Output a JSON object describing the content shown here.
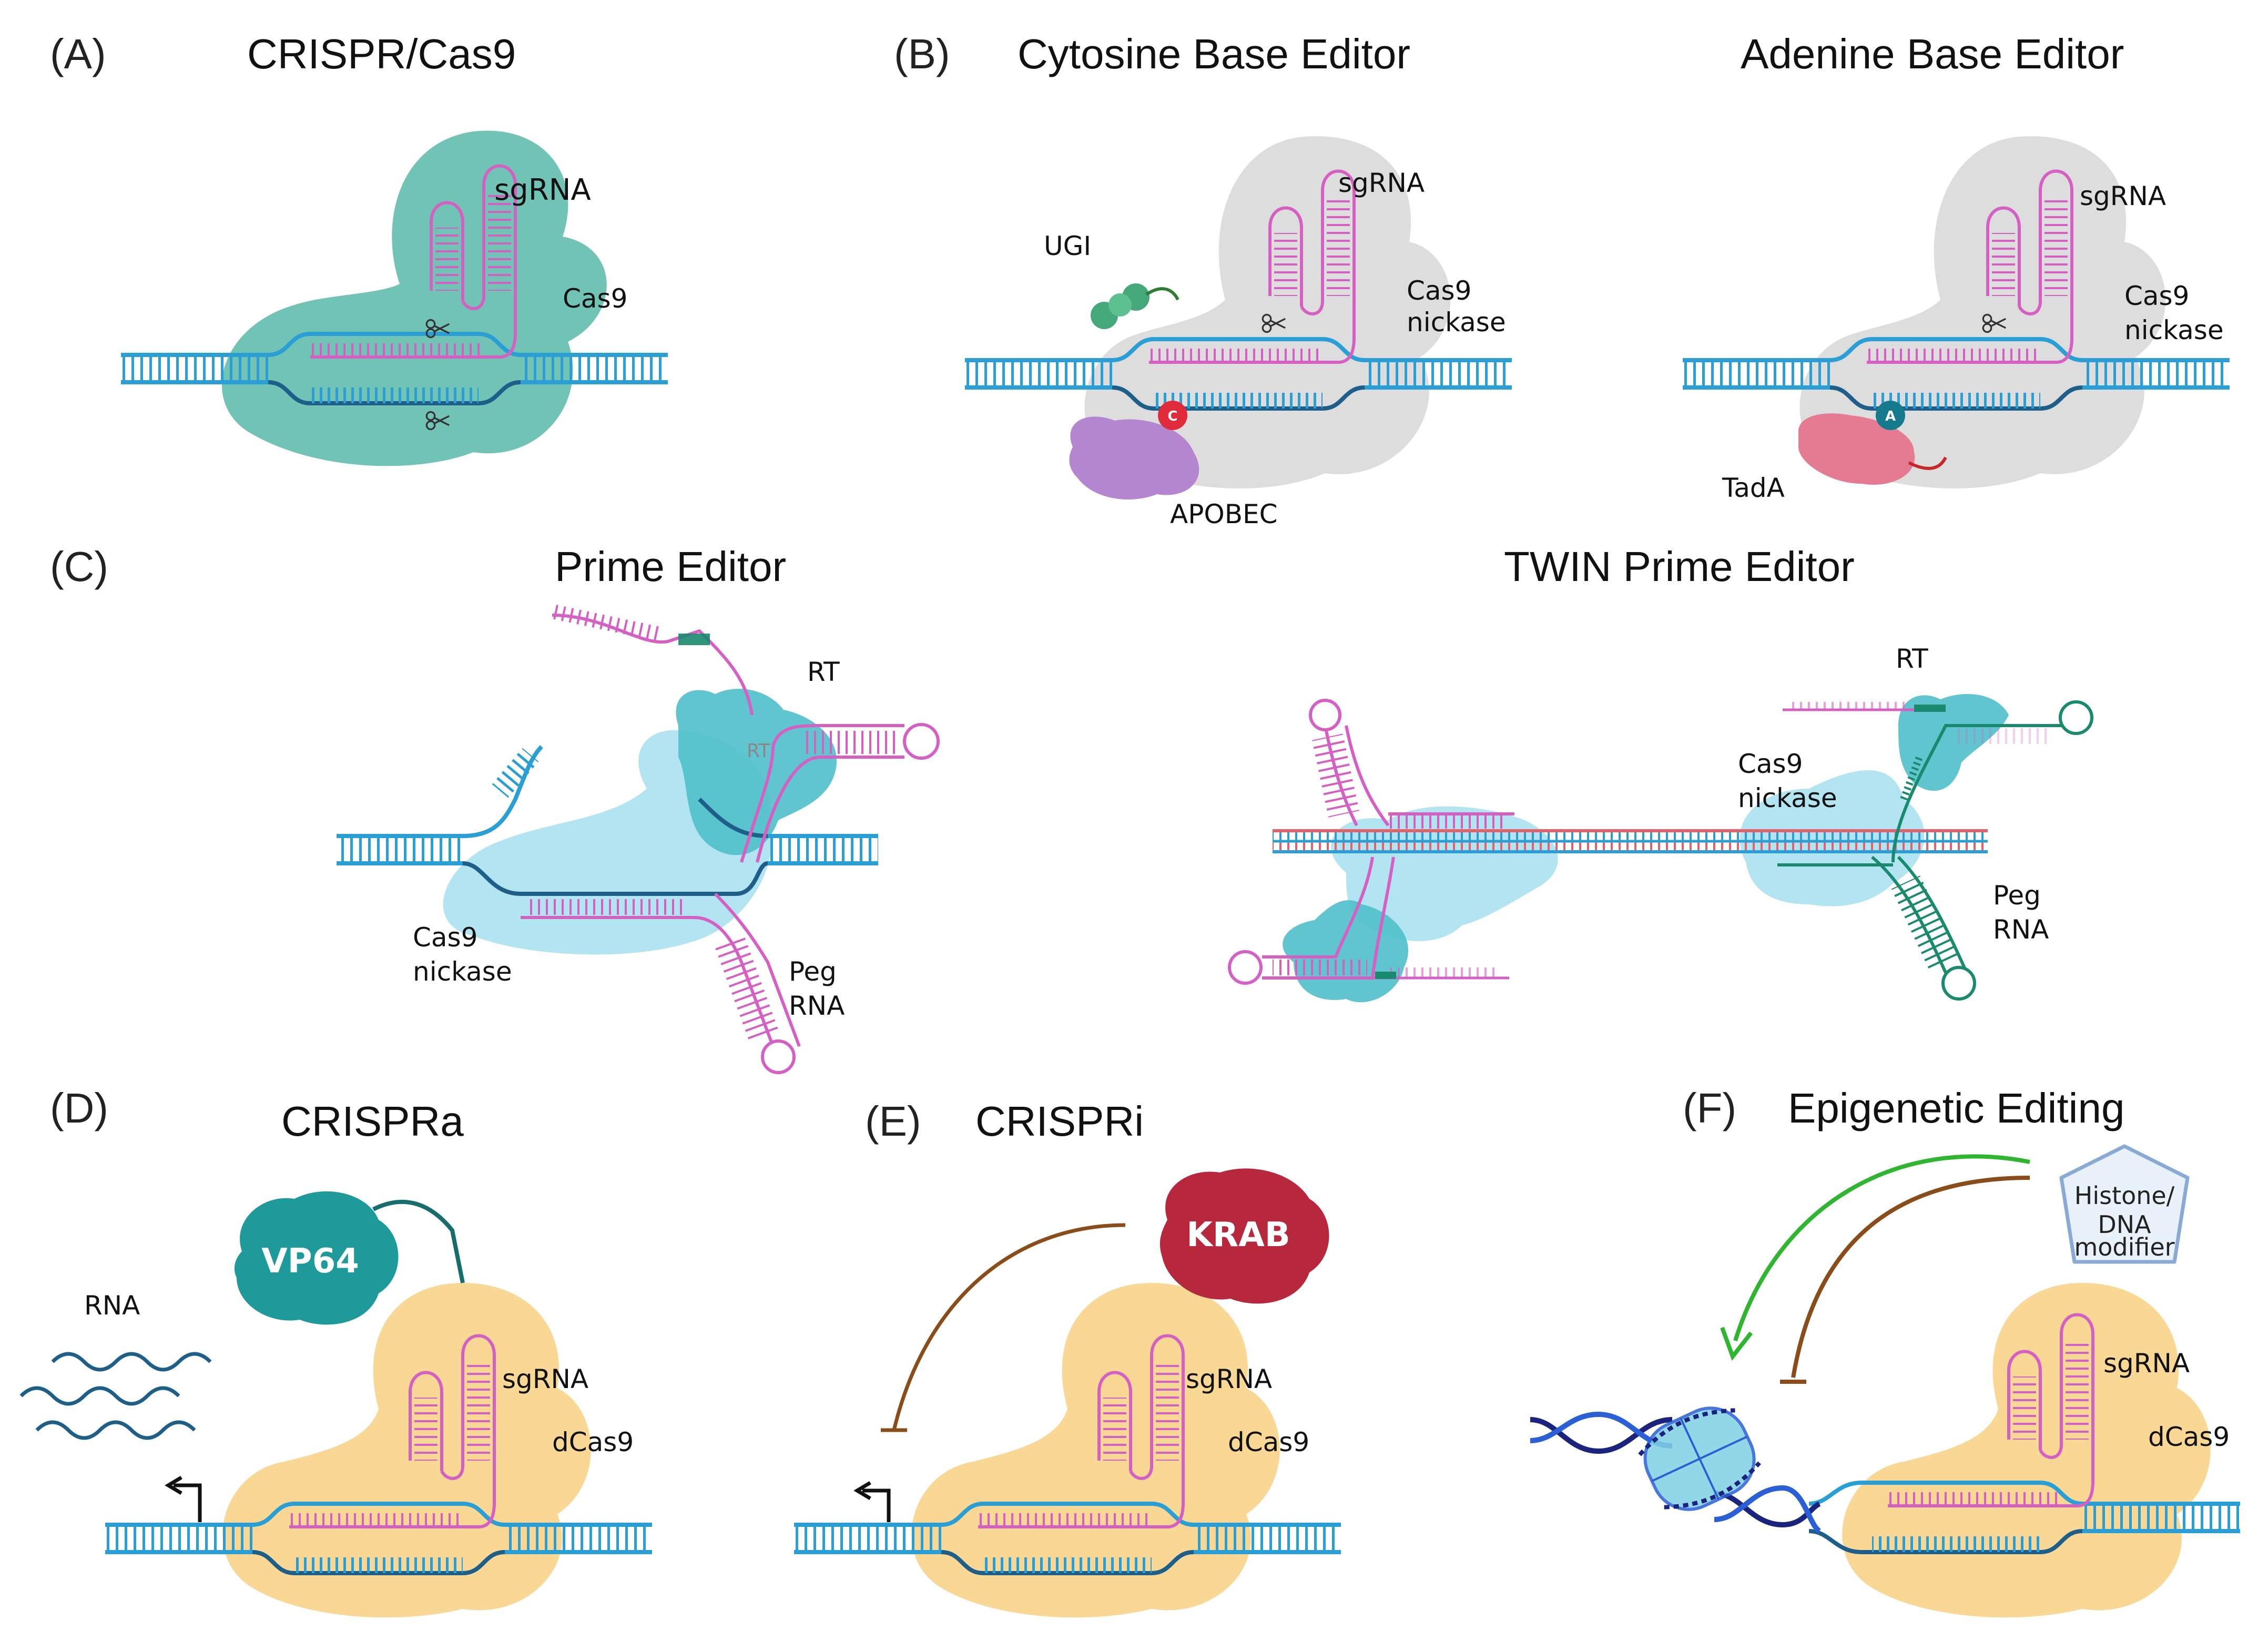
{
  "panels": {
    "a": {
      "letter": "(A)",
      "title": "CRISPR/Cas9",
      "sgrna": "sgRNA",
      "cas9": "Cas9"
    },
    "b": {
      "letter": "(B)",
      "cbe_title": "Cytosine Base Editor",
      "abe_title": "Adenine Base Editor",
      "ugi": "UGI",
      "cbe_sgrna": "sgRNA",
      "cbe_cas9_1": "Cas9",
      "cbe_cas9_2": "nickase",
      "apobec": "APOBEC",
      "c_base": "C",
      "abe_sgrna": "sgRNA",
      "abe_cas9_1": "Cas9",
      "abe_cas9_2": "nickase",
      "tada": "TadA",
      "a_base": "A"
    },
    "c": {
      "letter": "(C)",
      "pe_title": "Prime Editor",
      "twin_title": "TWIN Prime Editor",
      "pe_rt": "RT",
      "pe_rt_inner": "RT",
      "pe_cas9_1": "Cas9",
      "pe_cas9_2": "nickase",
      "pe_peg_1": "Peg",
      "pe_peg_2": "RNA",
      "twin_rt": "RT",
      "twin_cas9_1": "Cas9",
      "twin_cas9_2": "nickase",
      "twin_peg_1": "Peg",
      "twin_peg_2": "RNA"
    },
    "d": {
      "letter": "(D)",
      "title": "CRISPRa",
      "rna": "RNA",
      "vp64": "VP64",
      "sgrna": "sgRNA",
      "dcas9": "dCas9"
    },
    "e": {
      "letter": "(E)",
      "title": "CRISPRi",
      "krab": "KRAB",
      "sgrna": "sgRNA",
      "dcas9": "dCas9"
    },
    "f": {
      "letter": "(F)",
      "title": "Epigenetic Editing",
      "modifier_1": "Histone/",
      "modifier_2": "DNA",
      "modifier_3": "modifier",
      "sgrna": "sgRNA",
      "dcas9": "dCas9"
    }
  },
  "colors": {
    "dna": "#2a9fd6",
    "dna_dark": "#1e5f8a",
    "sgrna": "#d65fc4",
    "cas9_teal": "#58b8a8",
    "nickase_gray": "#d9d9d9",
    "nickase_blue": "#a5e0ef",
    "rt_teal": "#4fbfca",
    "dcas9_yellow": "#f8d48a",
    "apobec_purple": "#b486cf",
    "tada_pink": "#e57b92",
    "ugi_green": "#44a87a",
    "vp64_teal": "#1f9a9a",
    "krab_red": "#b7283c",
    "activation_arrow": "#2fb52f",
    "repression_arrow": "#8a4d1a",
    "peg_green": "#1a8a6e",
    "nucleosome": "#7fd1e3",
    "modifier_fill": "#e9f1fb",
    "modifier_border": "#8aaad6"
  },
  "icons": [
    "scissors-icon",
    "transcription-start-arrow-icon",
    "nucleosome-icon",
    "activation-arrow-icon",
    "repression-arrow-icon"
  ]
}
